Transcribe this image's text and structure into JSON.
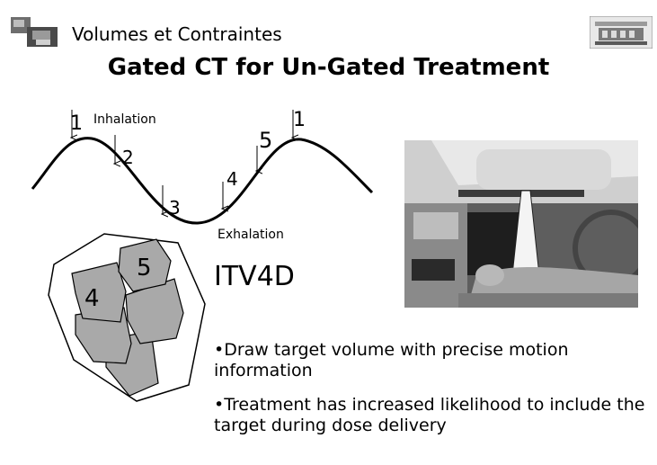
{
  "header": {
    "section_title": "Volumes et Contraintes"
  },
  "title": "Gated CT for Un-Gated Treatment",
  "breathing_curve": {
    "labels": {
      "inhalation": "Inhalation",
      "exhalation": "Exhalation"
    },
    "phases": [
      "1",
      "2",
      "3",
      "4",
      "5",
      "1"
    ]
  },
  "itv": {
    "label": "ITV4D",
    "volume_labels": [
      "5",
      "4"
    ]
  },
  "bullets": [
    "•Draw target volume with precise motion information",
    "•Treatment has increased likelihood to include the target during dose delivery"
  ],
  "colors": {
    "volume_fill": "#a9a9a9",
    "stroke": "#000000"
  }
}
